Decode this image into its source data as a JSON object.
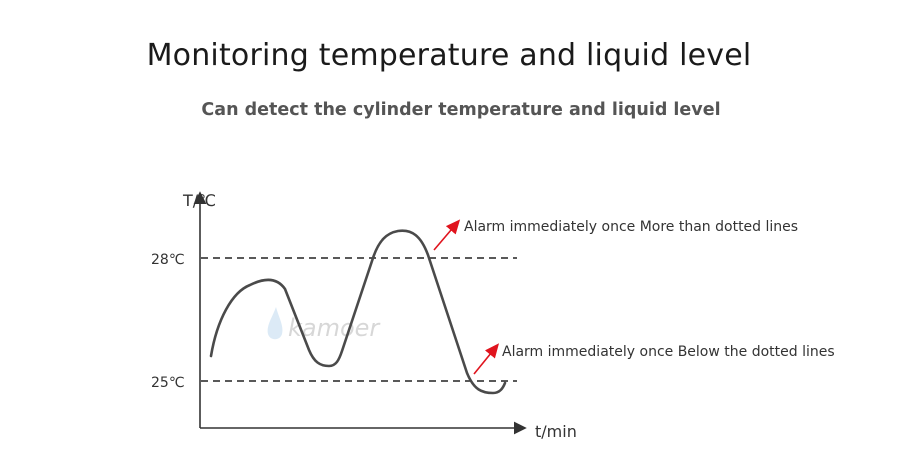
{
  "header": {
    "title": "Monitoring temperature and liquid level",
    "subtitle": "Can detect the cylinder temperature and liquid level"
  },
  "watermark": {
    "text": "kamoer"
  },
  "chart_data": {
    "type": "line",
    "ylabel": "T/℃",
    "xlabel": "t/min",
    "thresholds": [
      {
        "label": "28℃",
        "value": 28,
        "style": "dashed"
      },
      {
        "label": "25℃",
        "value": 25,
        "style": "dashed"
      }
    ],
    "annotations": [
      {
        "text": "Alarm immediately once More than dotted lines",
        "target": "upper"
      },
      {
        "text": "Alarm immediately once Below the dotted lines",
        "target": "lower"
      }
    ],
    "grid": false,
    "colors": {
      "curve": "#4a4a4a",
      "arrow": "#e0141e",
      "axis": "#333333"
    }
  }
}
